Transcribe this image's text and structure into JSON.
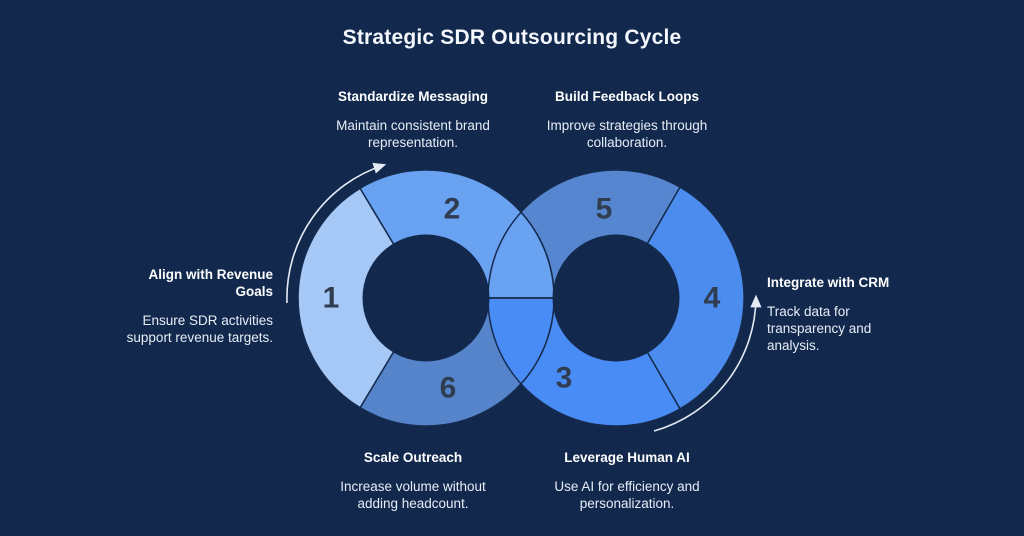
{
  "title": "Strategic SDR Outsourcing Cycle",
  "steps": [
    {
      "num": "1",
      "heading_lines": [
        "Align with Revenue",
        "Goals"
      ],
      "body_lines": [
        "Ensure SDR activities",
        "support revenue targets."
      ]
    },
    {
      "num": "2",
      "heading_lines": [
        "Standardize Messaging"
      ],
      "body_lines": [
        "Maintain consistent brand",
        "representation."
      ]
    },
    {
      "num": "3",
      "heading_lines": [
        "Leverage Human AI"
      ],
      "body_lines": [
        "Use AI for efficiency and",
        "personalization."
      ]
    },
    {
      "num": "4",
      "heading_lines": [
        "Integrate with CRM"
      ],
      "body_lines": [
        "Track data for",
        "transparency and",
        "analysis."
      ]
    },
    {
      "num": "5",
      "heading_lines": [
        "Build Feedback Loops"
      ],
      "body_lines": [
        "Improve strategies through",
        "collaboration."
      ]
    },
    {
      "num": "6",
      "heading_lines": [
        "Scale Outreach"
      ],
      "body_lines": [
        "Increase volume without",
        "adding headcount."
      ]
    }
  ],
  "colors": {
    "background": "#12294d",
    "segment_1": "#a6c8f7",
    "segment_2": "#6aa2f2",
    "segment_3": "#4a8cf5",
    "segment_4": "#4c8cee",
    "segment_5": "#5786d0",
    "segment_6": "#5584cb",
    "crossover_top": "#6aa2f2",
    "crossover_bottom": "#4a8cf5",
    "number_text": "#303c4f",
    "heading_text": "#ffffff",
    "body_text": "#e7edf6",
    "arrow": "#e3eaf4"
  }
}
